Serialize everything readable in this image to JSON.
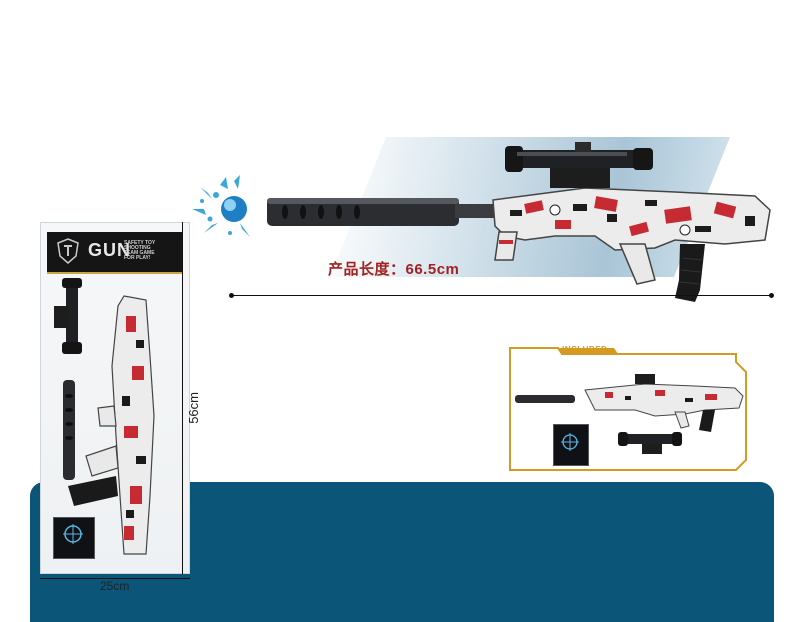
{
  "main_photo": {
    "product_length_label": "产品长度：66.5cm"
  },
  "package": {
    "brand_title": "GUN",
    "bullets_text": "SAFETY TOY SHOOTING TEAM GAME FOR PLAY!",
    "height_label": "56cm",
    "width_label": "25cm"
  },
  "included_box": {
    "label": "INCLUDED"
  },
  "colors": {
    "band": "#0b5578",
    "accent_gold": "#d49a21",
    "length_text": "#a12222"
  }
}
